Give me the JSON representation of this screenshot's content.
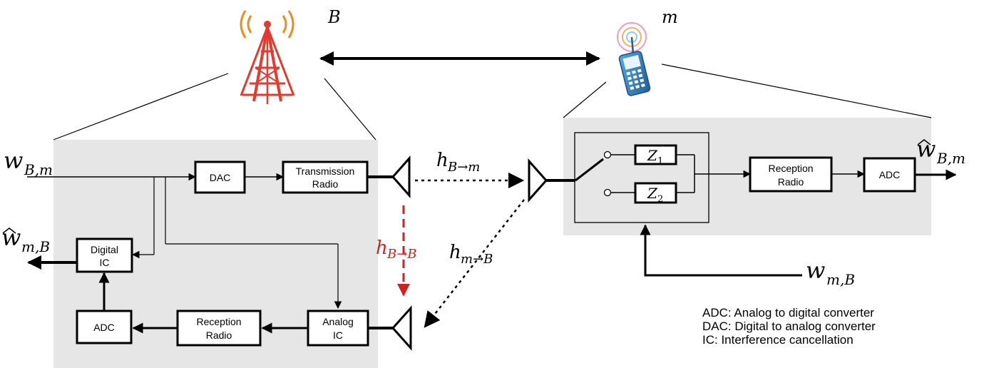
{
  "labels": {
    "base_station": "B",
    "mobile": "m",
    "w_Bm": {
      "base": "w",
      "sub": "B,m"
    },
    "w_hat_mB": {
      "base": "w",
      "sub": "m,B"
    },
    "w_hat_Bm": {
      "base": "w",
      "sub": "B,m"
    },
    "w_mB": {
      "base": "w",
      "sub": "m,B"
    },
    "h_B_to_m": {
      "base": "h",
      "sub": "B→m"
    },
    "h_B_to_B": {
      "base": "h",
      "sub": "B→B"
    },
    "h_m_to_B": {
      "base": "h",
      "sub": "m→B"
    },
    "z1": {
      "base": "Z",
      "sub": "1"
    },
    "z2": {
      "base": "Z",
      "sub": "2"
    }
  },
  "blocks": {
    "dac": "DAC",
    "transmission_radio": [
      "Transmission",
      "Radio"
    ],
    "digital_ic": [
      "Digital",
      "IC"
    ],
    "adc_left": "ADC",
    "reception_radio_left": [
      "Reception",
      "Radio"
    ],
    "analog_ic": [
      "Analog",
      "IC"
    ],
    "reception_radio_right": [
      "Reception",
      "Radio"
    ],
    "adc_right": "ADC"
  },
  "legend": [
    "ADC: Analog to digital converter",
    "DAC: Digital to analog converter",
    "IC: Interference cancellation"
  ],
  "colors": {
    "panel": "#e6e6e6",
    "self_interference": "#cc2222",
    "tower": "#e23a2e",
    "tower_waves": "#f08a1c",
    "phone": "#2e7cc0"
  },
  "icons": [
    "cell-tower-icon",
    "mobile-phone-icon",
    "antenna-icon"
  ]
}
